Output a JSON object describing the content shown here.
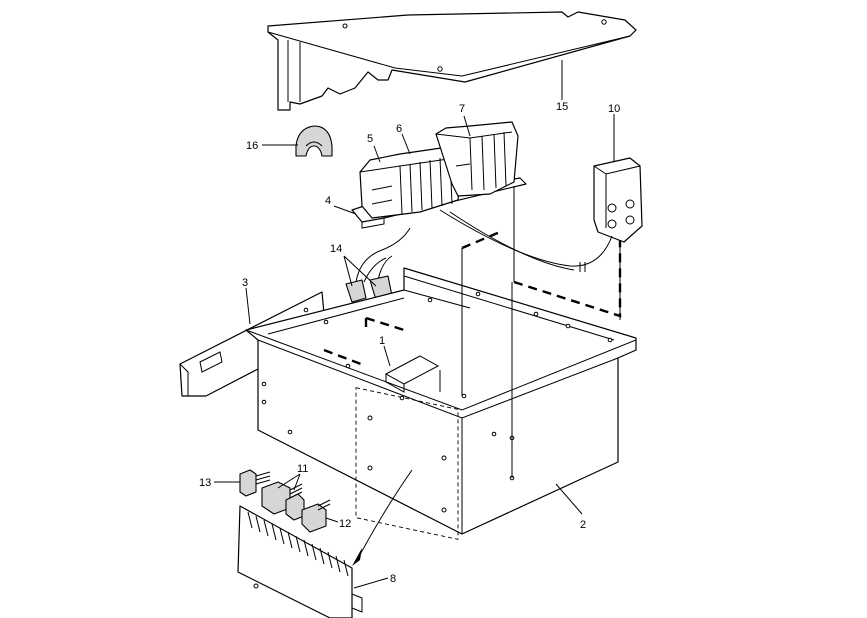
{
  "callouts": [
    {
      "id": "1",
      "text": "1"
    },
    {
      "id": "2",
      "text": "2"
    },
    {
      "id": "3",
      "text": "3"
    },
    {
      "id": "4",
      "text": "4"
    },
    {
      "id": "5",
      "text": "5"
    },
    {
      "id": "6",
      "text": "6"
    },
    {
      "id": "7",
      "text": "7"
    },
    {
      "id": "8",
      "text": "8"
    },
    {
      "id": "10",
      "text": "10"
    },
    {
      "id": "11",
      "text": "11"
    },
    {
      "id": "12",
      "text": "12"
    },
    {
      "id": "13",
      "text": "13"
    },
    {
      "id": "14",
      "text": "14"
    },
    {
      "id": "15",
      "text": "15"
    },
    {
      "id": "16",
      "text": "16"
    }
  ]
}
